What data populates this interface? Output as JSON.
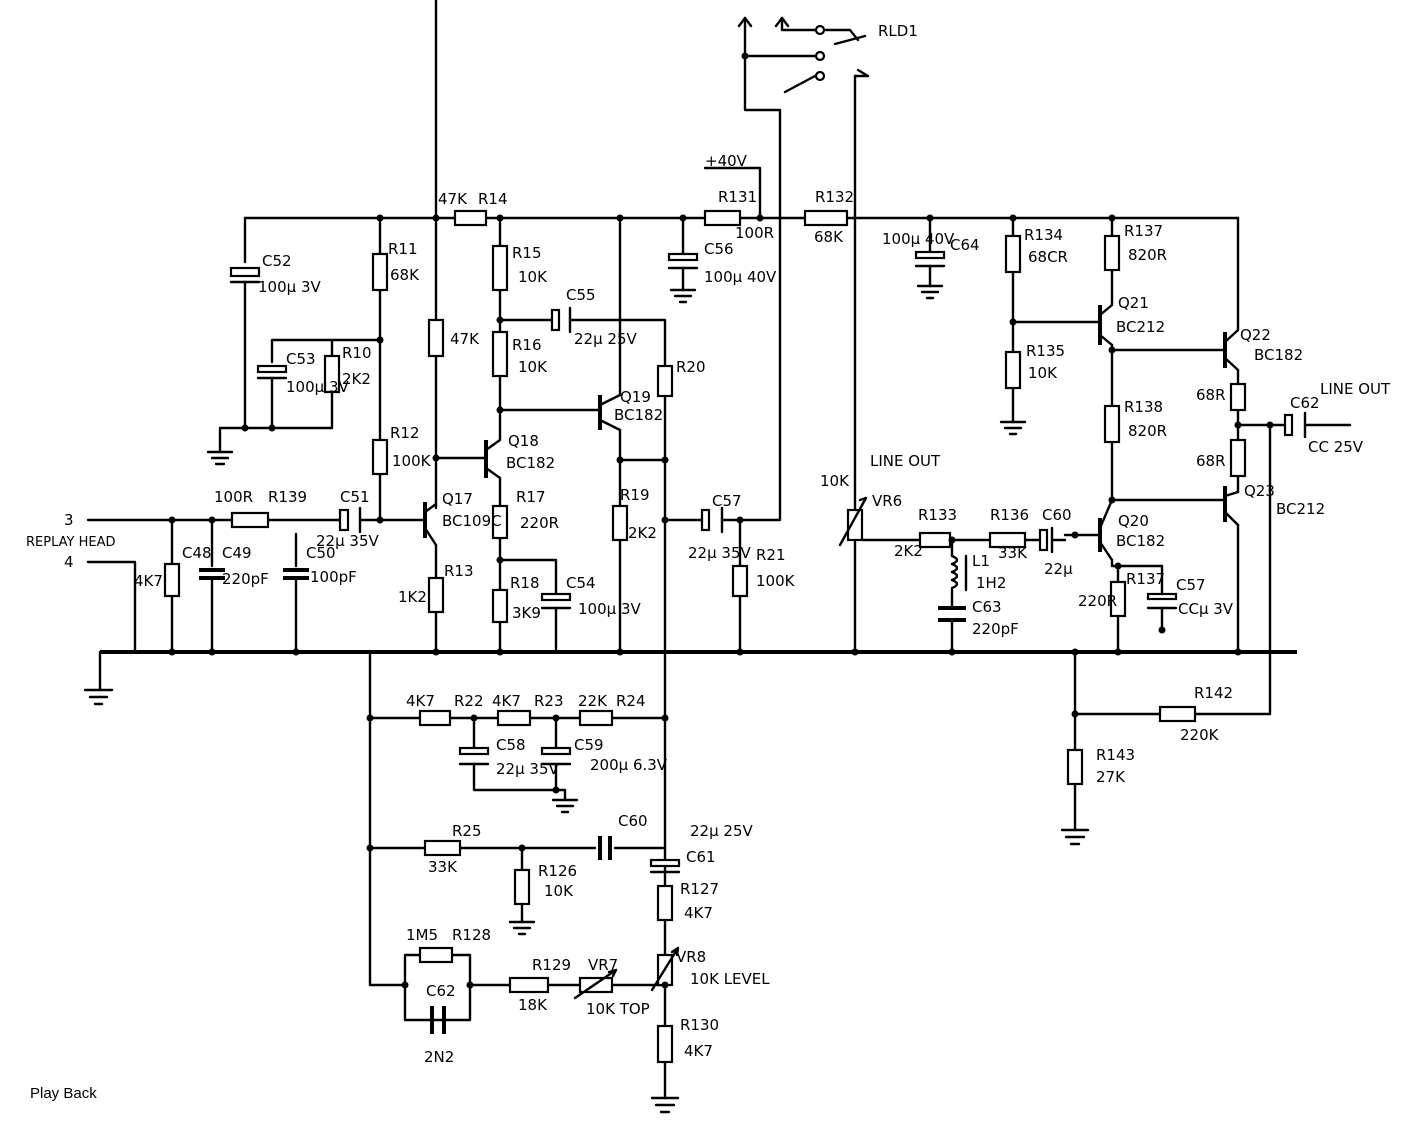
{
  "caption": "Play Back",
  "relay": {
    "label": "RLD1"
  },
  "supply": {
    "label": "+40V"
  },
  "input": {
    "pin3": "3",
    "pin4": "4",
    "name": "REPLAY HEAD"
  },
  "output": {
    "line_out_label": "LINE OUT",
    "line_out_label_2": "LINE OUT"
  },
  "resistors": {
    "R14": {
      "name": "R14",
      "value": "47K"
    },
    "R11": {
      "name": "R11",
      "value": "68K"
    },
    "R10": {
      "name": "R10",
      "value": "2K2"
    },
    "R12": {
      "name": "R12",
      "value": "100K"
    },
    "R47k": {
      "name": "",
      "value": "47K"
    },
    "R13": {
      "name": "R13",
      "value": "1K2"
    },
    "R139": {
      "name": "R139",
      "value": "100R"
    },
    "R15": {
      "name": "R15",
      "value": "10K"
    },
    "R16": {
      "name": "R16",
      "value": "10K"
    },
    "R17": {
      "name": "R17",
      "value": "220R"
    },
    "R18": {
      "name": "R18",
      "value": "3K9"
    },
    "R20": {
      "name": "R20",
      "value": ""
    },
    "R19": {
      "name": "R19",
      "value": "2K2"
    },
    "R21": {
      "name": "R21",
      "value": "100K"
    },
    "R131": {
      "name": "R131",
      "value": "100R"
    },
    "R132": {
      "name": "R132",
      "value": "68K"
    },
    "R133": {
      "name": "R133",
      "value": "2K2"
    },
    "R134": {
      "name": "R134",
      "value": "68CR"
    },
    "R135": {
      "name": "R135",
      "value": "10K"
    },
    "R136": {
      "name": "R136",
      "value": "33K"
    },
    "R137": {
      "name": "R137",
      "value": "820R"
    },
    "R138": {
      "name": "R138",
      "value": "820R"
    },
    "R68a": {
      "name": "",
      "value": "68R"
    },
    "R68b": {
      "name": "",
      "value": "68R"
    },
    "R_Q20e": {
      "name": "R137",
      "value": "220R"
    },
    "R142": {
      "name": "R142",
      "value": "220K"
    },
    "R143": {
      "name": "R143",
      "value": "27K"
    },
    "R22": {
      "name": "R22",
      "value": "4K7"
    },
    "R23": {
      "name": "R23",
      "value": "4K7"
    },
    "R24": {
      "name": "R24",
      "value": "22K"
    },
    "R25": {
      "name": "R25",
      "value": "33K"
    },
    "R126": {
      "name": "R126",
      "value": "10K"
    },
    "R127": {
      "name": "R127",
      "value": "4K7"
    },
    "R128": {
      "name": "R128",
      "value": "1M5"
    },
    "R129": {
      "name": "R129",
      "value": "18K"
    },
    "R130": {
      "name": "R130",
      "value": "4K7"
    },
    "R4k7in": {
      "name": "",
      "value": "4K7"
    }
  },
  "capacitors": {
    "C52": {
      "name": "C52",
      "value": "100µ 3V"
    },
    "C53": {
      "name": "C53",
      "value": "100µ 3V"
    },
    "C51": {
      "name": "C51",
      "value": "22µ 35V"
    },
    "C48": {
      "name": "C48",
      "value": ""
    },
    "C49": {
      "name": "C49",
      "value": "220pF"
    },
    "C50": {
      "name": "C50",
      "value": "100pF"
    },
    "C55": {
      "name": "C55",
      "value": "22µ 25V"
    },
    "C56": {
      "name": "C56",
      "value": "100µ 40V"
    },
    "C54": {
      "name": "C54",
      "value": "100µ 3V"
    },
    "C57": {
      "name": "C57",
      "value": "22µ 35V"
    },
    "C64": {
      "name": "C64",
      "value": "100µ 40V"
    },
    "C60": {
      "name": "C60",
      "value": "22µ"
    },
    "C63": {
      "name": "C63",
      "value": "220pF"
    },
    "C57b": {
      "name": "C57",
      "value": "CCµ 3V"
    },
    "C58": {
      "name": "C58",
      "value": "22µ 35V"
    },
    "C59": {
      "name": "C59",
      "value": "200µ 6.3V"
    },
    "C60b": {
      "name": "C60",
      "value": "22µ 25V"
    },
    "C61": {
      "name": "C61",
      "value": ""
    },
    "C62": {
      "name": "C62",
      "value": "CC 25V"
    },
    "C2n2": {
      "name": "C62",
      "value": "2N2"
    }
  },
  "transistors": {
    "Q17": {
      "name": "Q17",
      "type": "BC109C"
    },
    "Q18": {
      "name": "Q18",
      "type": "BC182"
    },
    "Q19": {
      "name": "Q19",
      "type": "BC182"
    },
    "Q20": {
      "name": "Q20",
      "type": "BC182"
    },
    "Q21": {
      "name": "Q21",
      "type": "BC212"
    },
    "Q22": {
      "name": "Q22",
      "type": "BC182"
    },
    "Q23": {
      "name": "Q23",
      "type": "BC212"
    }
  },
  "pots": {
    "VR6": {
      "name": "VR6",
      "value": "10K"
    },
    "VR7": {
      "name": "VR7",
      "value": "10K TOP"
    },
    "VR8": {
      "name": "VR8",
      "value": "10K LEVEL"
    }
  },
  "inductor": {
    "name": "L1",
    "value": "1H2"
  }
}
